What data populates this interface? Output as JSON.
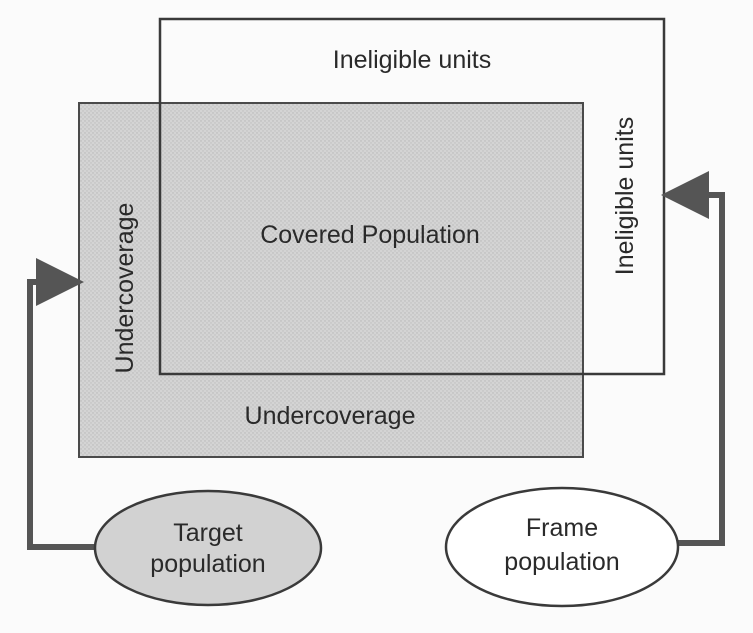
{
  "labels": {
    "ineligible_top": "Ineligible units",
    "ineligible_right": "Ineligible units",
    "covered": "Covered Population",
    "undercoverage_left": "Undercoverage",
    "undercoverage_bottom": "Undercoverage",
    "target_line1": "Target",
    "target_line2": "population",
    "frame_line1": "Frame",
    "frame_line2": "population"
  },
  "colors": {
    "target_fill": "#d2d2d2",
    "frame_fill": "#ffffff",
    "stroke": "#3a3a3a",
    "arrow": "#555555"
  }
}
